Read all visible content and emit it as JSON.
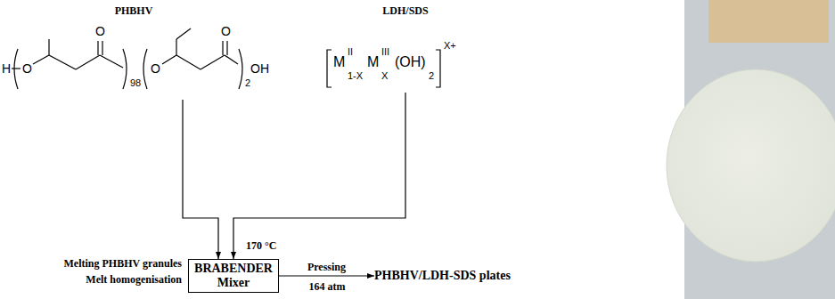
{
  "diagram": {
    "nodes": [
      {
        "text": [
          "PHBHV"
        ]
      },
      {
        "text": [
          "LDH/SDS"
        ]
      },
      {
        "text": [
          "BRABENDER Mixer"
        ]
      },
      {
        "text": [
          "PHBHV/LDH-SDS plates"
        ]
      }
    ],
    "edges": [
      {
        "from": 0,
        "to": 2,
        "arrow": "to"
      },
      {
        "from": 1,
        "to": 2,
        "arrow": "to"
      },
      {
        "from": 2,
        "to": 3,
        "label": "Pressing",
        "arrow": "to"
      }
    ],
    "labels": [
      "H",
      "O",
      "O",
      "98",
      "O",
      "O",
      "2",
      "OH",
      "M",
      "II",
      "1-X",
      "M",
      "III",
      "X",
      "(OH)",
      "2",
      "X+",
      "170 °C",
      "Melting PHBHV granules",
      "Melt homogenisation",
      "164 atm"
    ]
  }
}
